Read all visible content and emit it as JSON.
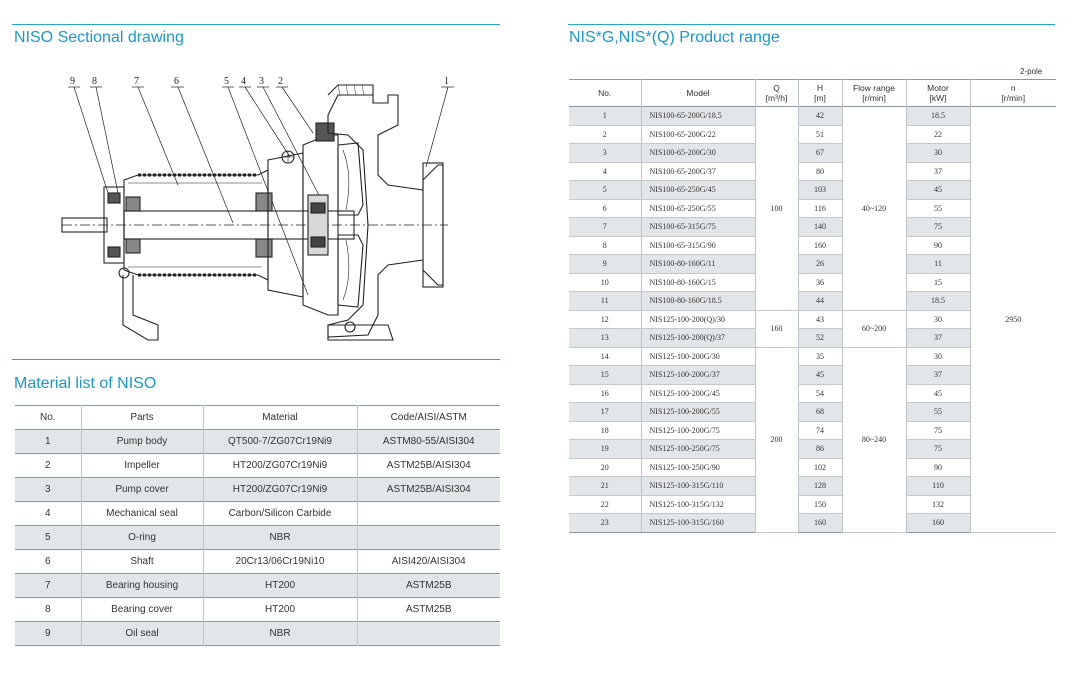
{
  "sectional": {
    "title": "NISO Sectional drawing",
    "callouts": [
      "9",
      "8",
      "7",
      "6",
      "5",
      "4",
      "3",
      "2",
      "1"
    ]
  },
  "materials": {
    "title": "Material list of NISO",
    "headers": [
      "No.",
      "Parts",
      "Material",
      "Code/AISI/ASTM"
    ],
    "rows": [
      [
        "1",
        "Pump body",
        "QT500-7/ZG07Cr19Ni9",
        "ASTM80-55/AISI304"
      ],
      [
        "2",
        "Impeller",
        "HT200/ZG07Cr19Ni9",
        "ASTM25B/AISI304"
      ],
      [
        "3",
        "Pump cover",
        "HT200/ZG07Cr19Ni9",
        "ASTM25B/AISI304"
      ],
      [
        "4",
        "Mechanical seal",
        "Carbon/Silicon Carbide",
        ""
      ],
      [
        "5",
        "O-ring",
        "NBR",
        ""
      ],
      [
        "6",
        "Shaft",
        "20Cr13/06Cr19Ni10",
        "AISI420/AISI304"
      ],
      [
        "7",
        "Bearing housing",
        "HT200",
        "ASTM25B"
      ],
      [
        "8",
        "Bearing cover",
        "HT200",
        "ASTM25B"
      ],
      [
        "9",
        "Oil seal",
        "NBR",
        ""
      ]
    ]
  },
  "products": {
    "title": "NIS*G,NIS*(Q) Product range",
    "pole_note": "2-pole",
    "headers": {
      "no": "No.",
      "model": "Model",
      "q_name": "Q",
      "q_unit": "[m³/h]",
      "h_name": "H",
      "h_unit": "[m]",
      "flow_name": "Flow range",
      "flow_unit": "[r/min]",
      "motor_name": "Motor",
      "motor_unit": "[kW]",
      "n_name": "n",
      "n_unit": "[r/min]"
    },
    "n_value": "2950",
    "groups": [
      {
        "q": "100",
        "flow": "40~120",
        "rows": [
          {
            "no": "1",
            "model": "NIS100-65-200G/18.5",
            "h": "42",
            "motor": "18.5"
          },
          {
            "no": "2",
            "model": "NIS100-65-200G/22",
            "h": "51",
            "motor": "22"
          },
          {
            "no": "3",
            "model": "NIS100-65-200G/30",
            "h": "67",
            "motor": "30"
          },
          {
            "no": "4",
            "model": "NIS100-65-200G/37",
            "h": "80",
            "motor": "37"
          },
          {
            "no": "5",
            "model": "NIS100-65-250G/45",
            "h": "103",
            "motor": "45"
          },
          {
            "no": "6",
            "model": "NIS100-65-250G/55",
            "h": "116",
            "motor": "55"
          },
          {
            "no": "7",
            "model": "NIS100-65-315G/75",
            "h": "140",
            "motor": "75"
          },
          {
            "no": "8",
            "model": "NIS100-65-315G/90",
            "h": "160",
            "motor": "90"
          },
          {
            "no": "9",
            "model": "NIS100-80-160G/11",
            "h": "26",
            "motor": "11"
          },
          {
            "no": "10",
            "model": "NIS100-80-160G/15",
            "h": "36",
            "motor": "15"
          },
          {
            "no": "11",
            "model": "NIS100-80-160G/18.5",
            "h": "44",
            "motor": "18.5"
          }
        ]
      },
      {
        "q": "160",
        "flow": "60~200",
        "rows": [
          {
            "no": "12",
            "model": "NIS125-100-200(Q)/30",
            "h": "43",
            "motor": "30"
          },
          {
            "no": "13",
            "model": "NIS125-100-200(Q)/37",
            "h": "52",
            "motor": "37"
          }
        ]
      },
      {
        "q": "200",
        "flow": "80~240",
        "rows": [
          {
            "no": "14",
            "model": "NIS125-100-200G/30",
            "h": "35",
            "motor": "30"
          },
          {
            "no": "15",
            "model": "NIS125-100-200G/37",
            "h": "45",
            "motor": "37"
          },
          {
            "no": "16",
            "model": "NIS125-100-200G/45",
            "h": "54",
            "motor": "45"
          },
          {
            "no": "17",
            "model": "NIS125-100-200G/55",
            "h": "68",
            "motor": "55"
          },
          {
            "no": "18",
            "model": "NIS125-100-200G/75",
            "h": "74",
            "motor": "75"
          },
          {
            "no": "19",
            "model": "NIS125-100-250G/75",
            "h": "86",
            "motor": "75"
          },
          {
            "no": "20",
            "model": "NIS125-100-250G/90",
            "h": "102",
            "motor": "90"
          },
          {
            "no": "21",
            "model": "NIS125-100-315G/110",
            "h": "128",
            "motor": "110"
          },
          {
            "no": "22",
            "model": "NIS125-100-315G/132",
            "h": "150",
            "motor": "132"
          },
          {
            "no": "23",
            "model": "NIS125-100-315G/160",
            "h": "160",
            "motor": "160"
          }
        ]
      }
    ]
  },
  "colors": {
    "accent": "#1b98c4",
    "row_shade": "#e3e6e9"
  }
}
